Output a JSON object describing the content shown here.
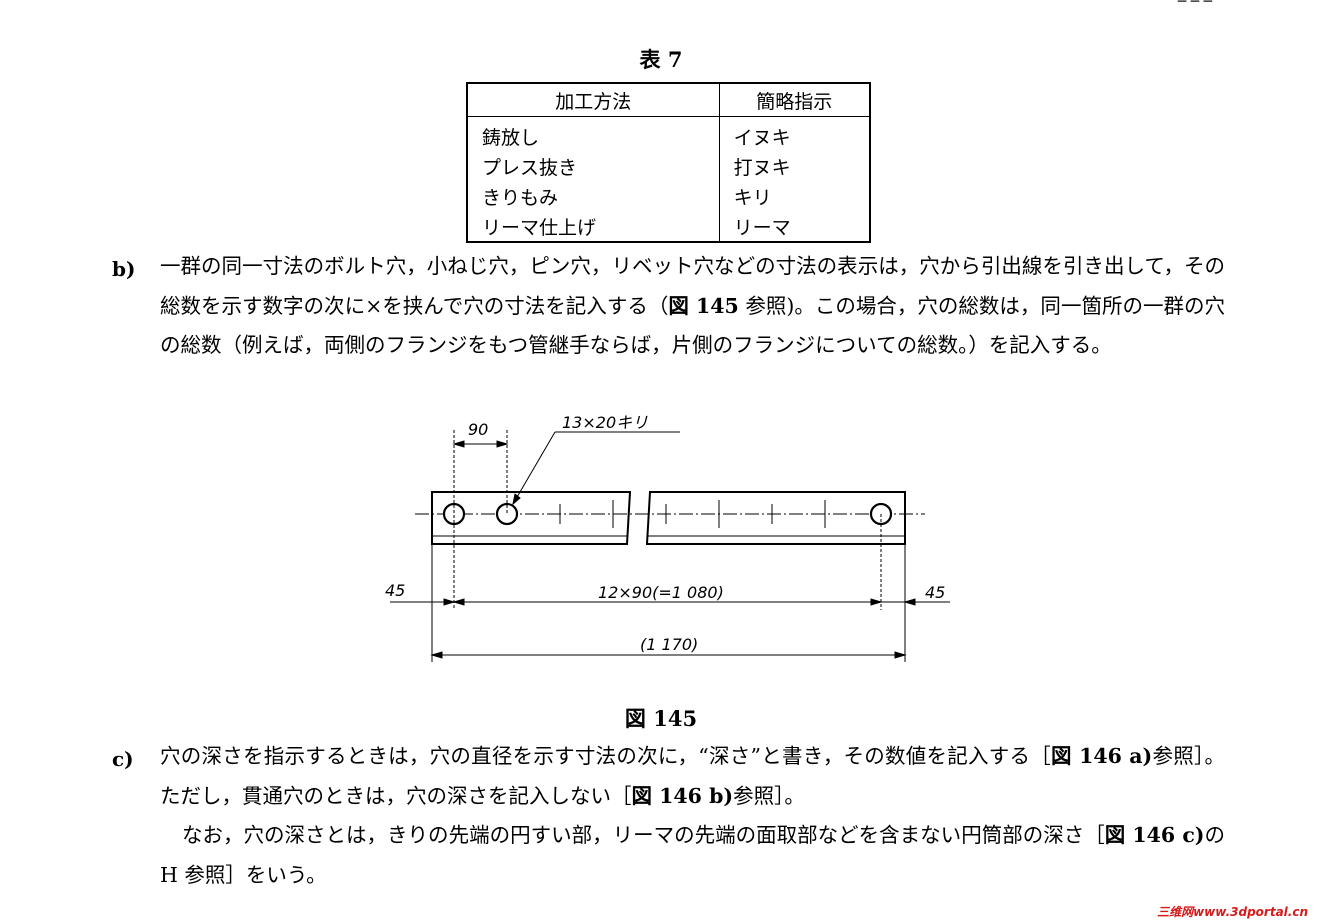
{
  "table": {
    "caption": "表 7",
    "headers": [
      "加工方法",
      "簡略指示"
    ],
    "rows": [
      [
        "鋳放し",
        "イヌキ"
      ],
      [
        "プレス抜き",
        "打ヌキ"
      ],
      [
        "きりもみ",
        "キリ"
      ],
      [
        "リーマ仕上げ",
        "リーマ"
      ]
    ]
  },
  "item_b": {
    "label": "b)",
    "text_1": "一群の同一寸法のボルト穴，小ねじ穴，ピン穴，リベット穴などの寸法の表示は，穴から引出線を引き出して，その総数を示す数字の次に×を挟んで穴の寸法を記入する（",
    "ref": "図 145",
    "text_2": " 参照)。この場合，穴の総数は，同一箇所の一群の穴の総数（例えば，両側のフランジをもつ管継手ならば，片側のフランジについての総数。）を記入する。"
  },
  "figure": {
    "caption": "図 145",
    "label_pitch": "90",
    "label_hole": "13×20キリ",
    "label_left_end": "45",
    "label_right_end": "45",
    "label_total_pitch": "12×90(=1 080)",
    "label_overall": "(1 170)"
  },
  "item_c": {
    "label": "c)",
    "text_1": "穴の深さを指示するときは，穴の直径を示す寸法の次に，“深さ”と書き，その数値を記入する［",
    "ref_1": "図 146 a)",
    "text_2": "参照］。ただし，貫通穴のときは，穴の深さを記入しない［",
    "ref_2": "図 146 b)",
    "text_3": "参照］。",
    "note_1": "なお，穴の深さとは，きりの先端の円すい部，リーマの先端の面取部などを含まない円筒部の深さ［",
    "note_ref": "図 146 c)",
    "note_2": "の H 参照］をいう。"
  },
  "watermark": "三维网www.3dportal.cn"
}
